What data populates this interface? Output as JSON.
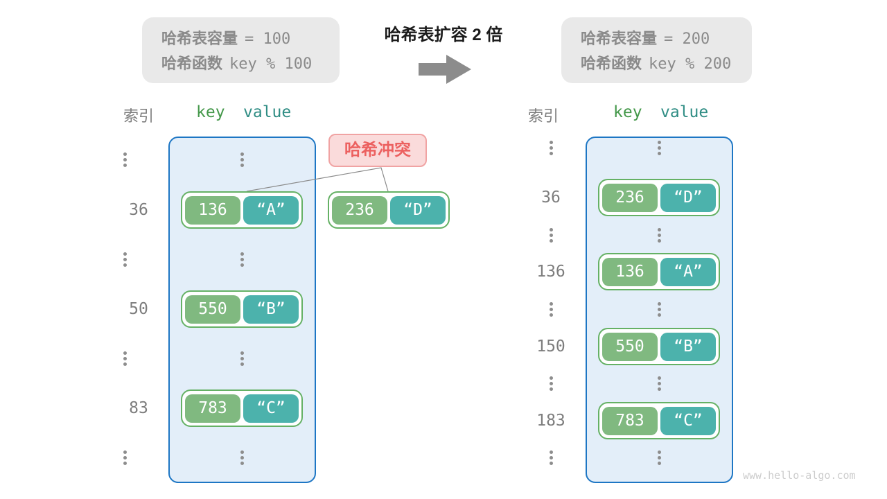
{
  "header": {
    "capacity_box_old": {
      "line1_label": "哈希表容量",
      "line1_value": "= 100",
      "line2_label": "哈希函数",
      "line2_value": "key % 100"
    },
    "transition_title": "哈希表扩容 2 倍",
    "capacity_box_new": {
      "line1_label": "哈希表容量",
      "line1_value": "= 200",
      "line2_label": "哈希函数",
      "line2_value": "key % 200"
    }
  },
  "collision_label": "哈希冲突",
  "collision_pair": {
    "key": "236",
    "value": "“D”"
  },
  "left_panel": {
    "index_header": "索引",
    "key_header": "key",
    "value_header": "value",
    "indices": [
      "36",
      "50",
      "83"
    ],
    "pairs": [
      {
        "key": "136",
        "value": "“A”"
      },
      {
        "key": "550",
        "value": "“B”"
      },
      {
        "key": "783",
        "value": "“C”"
      }
    ]
  },
  "right_panel": {
    "index_header": "索引",
    "key_header": "key",
    "value_header": "value",
    "indices": [
      "36",
      "136",
      "150",
      "183"
    ],
    "pairs": [
      {
        "key": "236",
        "value": "“D”"
      },
      {
        "key": "136",
        "value": "“A”"
      },
      {
        "key": "550",
        "value": "“B”"
      },
      {
        "key": "783",
        "value": "“C”"
      }
    ]
  },
  "watermark": "www.hello-algo.com",
  "colors": {
    "table_border": "#1d76c4",
    "table_bg": "#e3eef9",
    "key_box": "#80b980",
    "value_box": "#4cb2ac",
    "pair_border": "#65b165",
    "collision_bg": "#fadbdb",
    "collision_border": "#f0a3a3",
    "collision_text": "#ec6160",
    "info_box_bg": "#e9e9e9",
    "info_box_text": "#8a8a8a",
    "key_header_text": "#44984a",
    "value_header_text": "#2f8d84",
    "arrow": "#8c8c8c"
  }
}
